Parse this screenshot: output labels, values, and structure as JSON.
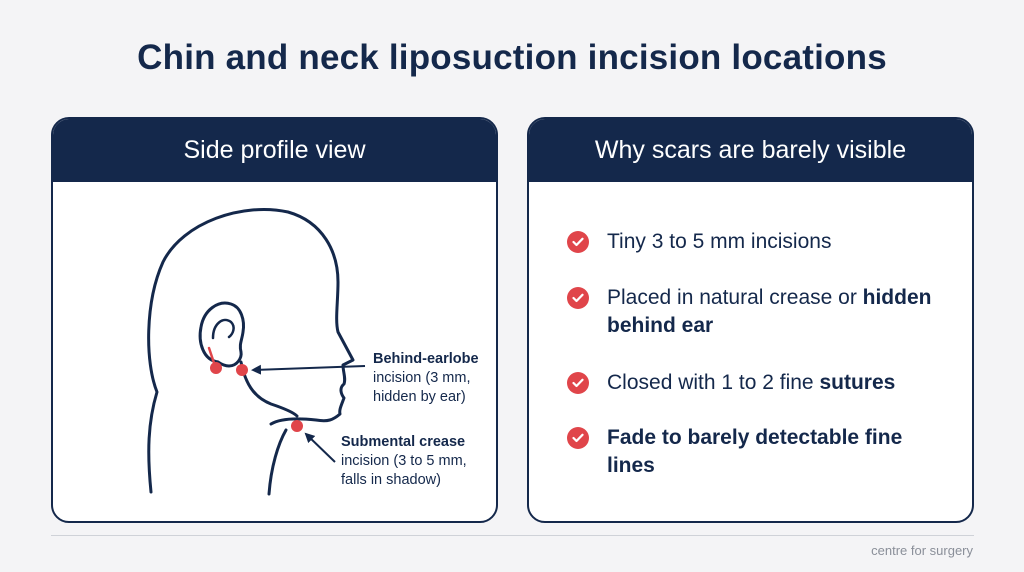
{
  "title": "Chin and neck liposuction incision locations",
  "left_panel": {
    "header": "Side profile view",
    "callouts": {
      "behind_earlobe": {
        "bold": "Behind-earlobe",
        "rest": " incision (3 mm, hidden by ear)"
      },
      "submental": {
        "bold": "Submental crease",
        "rest": " incision (3 to 5 mm, falls in shadow)"
      }
    }
  },
  "right_panel": {
    "header": "Why scars are barely visible",
    "items": [
      {
        "plain": "Tiny 3 to 5 mm incisions",
        "bold": ""
      },
      {
        "plain": "Placed in natural crease or ",
        "bold": "hidden behind ear"
      },
      {
        "plain": "Closed with 1 to 2 fine ",
        "bold": "sutures"
      },
      {
        "plain": "",
        "bold": "Fade to barely detectable fine lines"
      }
    ]
  },
  "footer": "centre for surgery",
  "colors": {
    "navy": "#14284b",
    "accent_red": "#e0454a",
    "background": "#f4f4f6"
  },
  "icons": {
    "check": "check-icon"
  }
}
